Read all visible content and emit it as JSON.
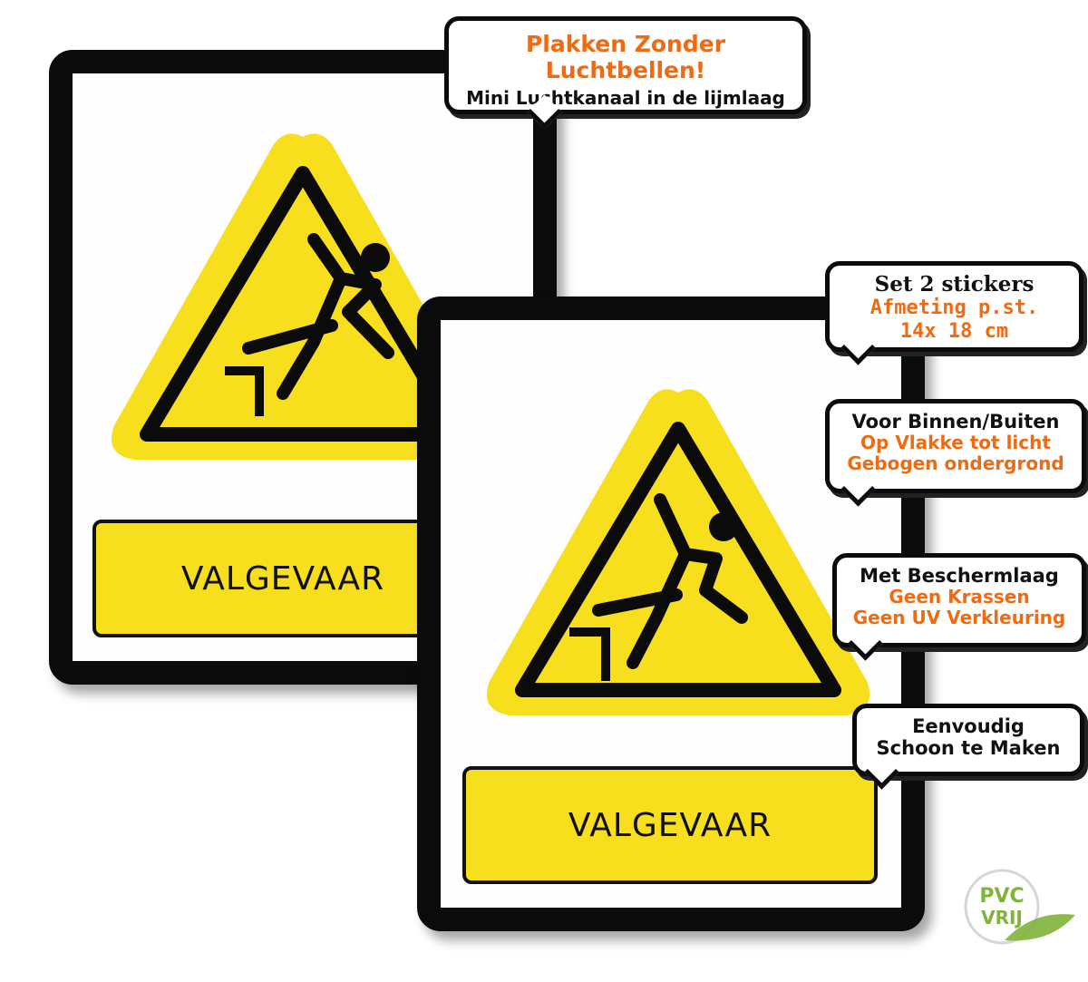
{
  "signs": [
    {
      "label": "VALGEVAAR",
      "symbol": "fall-hazard-warning-triangle-icon"
    },
    {
      "label": "VALGEVAAR",
      "symbol": "fall-hazard-warning-triangle-icon"
    }
  ],
  "bubbles": {
    "top": {
      "line1": "Plakken Zonder Luchtbellen!",
      "line2": "Mini  Luchtkanaal in de lijmlaag"
    },
    "size": {
      "line1": "Set 2 stickers",
      "line2": "Afmeting p.st.",
      "line3": "14x 18 cm"
    },
    "surface": {
      "line1": "Voor Binnen/Buiten",
      "line2": "Op Vlakke tot licht",
      "line3": "Gebogen ondergrond"
    },
    "protection": {
      "line1": "Met Beschermlaag",
      "line2": "Geen Krassen",
      "line3": "Geen UV Verkleuring"
    },
    "cleaning": {
      "line1": "Eenvoudig",
      "line2": "Schoon te Maken"
    }
  },
  "badge": {
    "line1": "PVC",
    "line2": "VRIJ",
    "icon": "leaf-icon"
  },
  "colors": {
    "warning_yellow": "#f7df1e",
    "accent_orange": "#ee6a13",
    "badge_green": "#7fb33a"
  }
}
